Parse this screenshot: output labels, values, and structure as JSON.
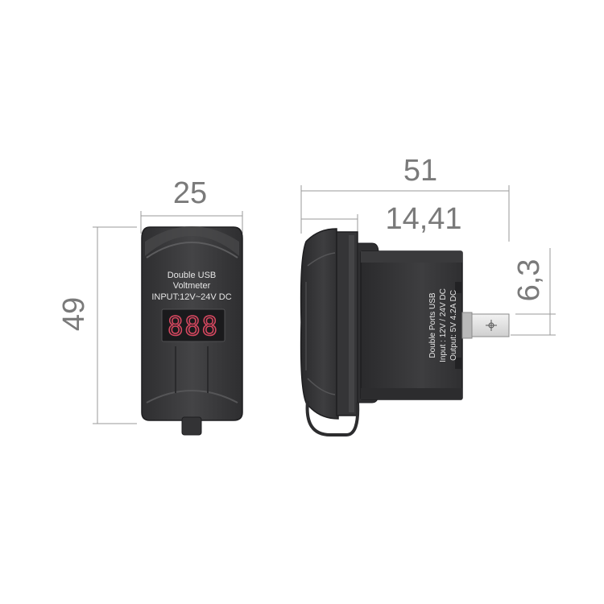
{
  "dimensions": {
    "front_width": "25",
    "height": "49",
    "side_length": "51",
    "bezel_depth": "14,41",
    "terminal_offset": "6,3"
  },
  "front_panel": {
    "line1": "Double USB",
    "line2": "Voltmeter",
    "line3": "INPUT:12V~24V DC",
    "display_value": "888",
    "display_color": "#d4475f"
  },
  "side_panel": {
    "line1": "Double Ports USB",
    "line2": "Input : 12V / 24V DC",
    "line3": "Output: 5V  4.2A DC"
  },
  "colors": {
    "body": "#3d3d3f",
    "body_dark": "#2c2c2e",
    "dim_line": "#9a9a9a",
    "dim_text": "#7a7a7a"
  }
}
